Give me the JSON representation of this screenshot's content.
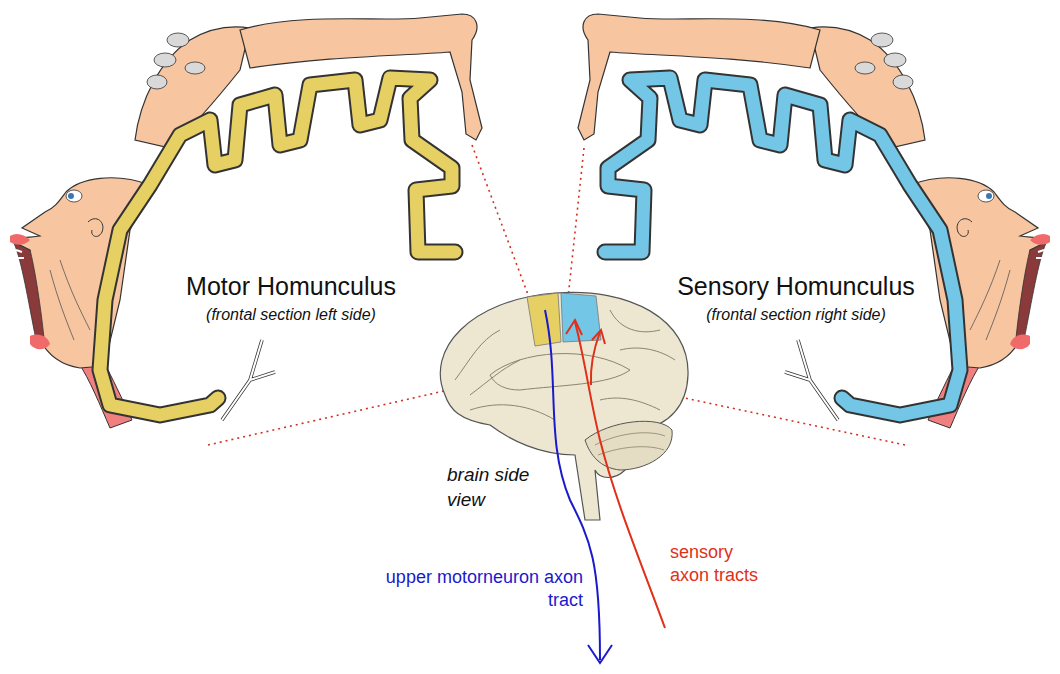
{
  "diagram": {
    "labels": [
      "Motor Homunculus",
      "(frontal section left side)",
      "Sensory Homunculus",
      "(frontal section right side)",
      "brain side view",
      "upper motorneuron axon tract",
      "sensory axon tracts"
    ]
  }
}
